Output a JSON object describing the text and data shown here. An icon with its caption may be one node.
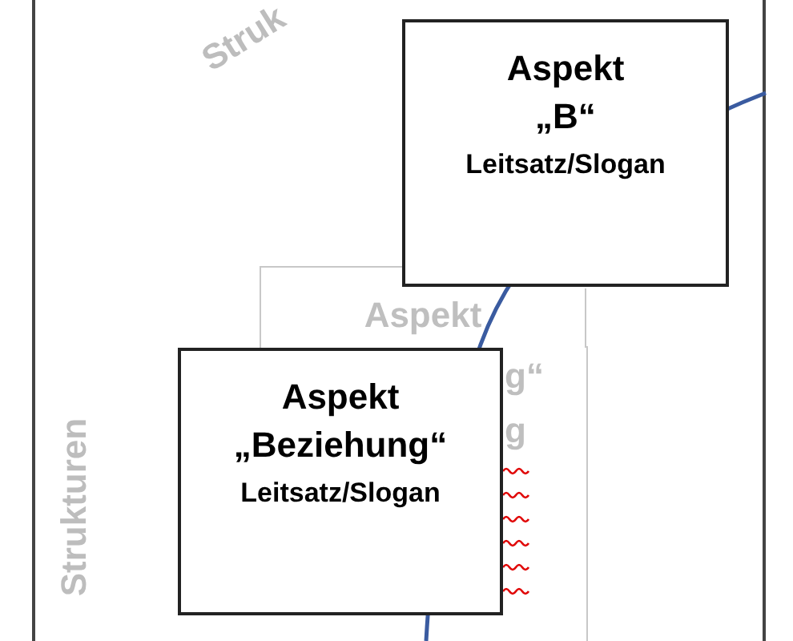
{
  "diagram": {
    "nodes": [
      {
        "text": [
          "Aspekt",
          "„B“",
          "Leitsatz/Slogan"
        ]
      },
      {
        "text": [
          "Aspekt"
        ]
      },
      {
        "text": [
          "Aspekt",
          "„Beziehung“",
          "Leitsatz/Slogan"
        ]
      }
    ],
    "labels": [
      "Struk",
      "g“",
      "g",
      "Strukturen"
    ]
  }
}
